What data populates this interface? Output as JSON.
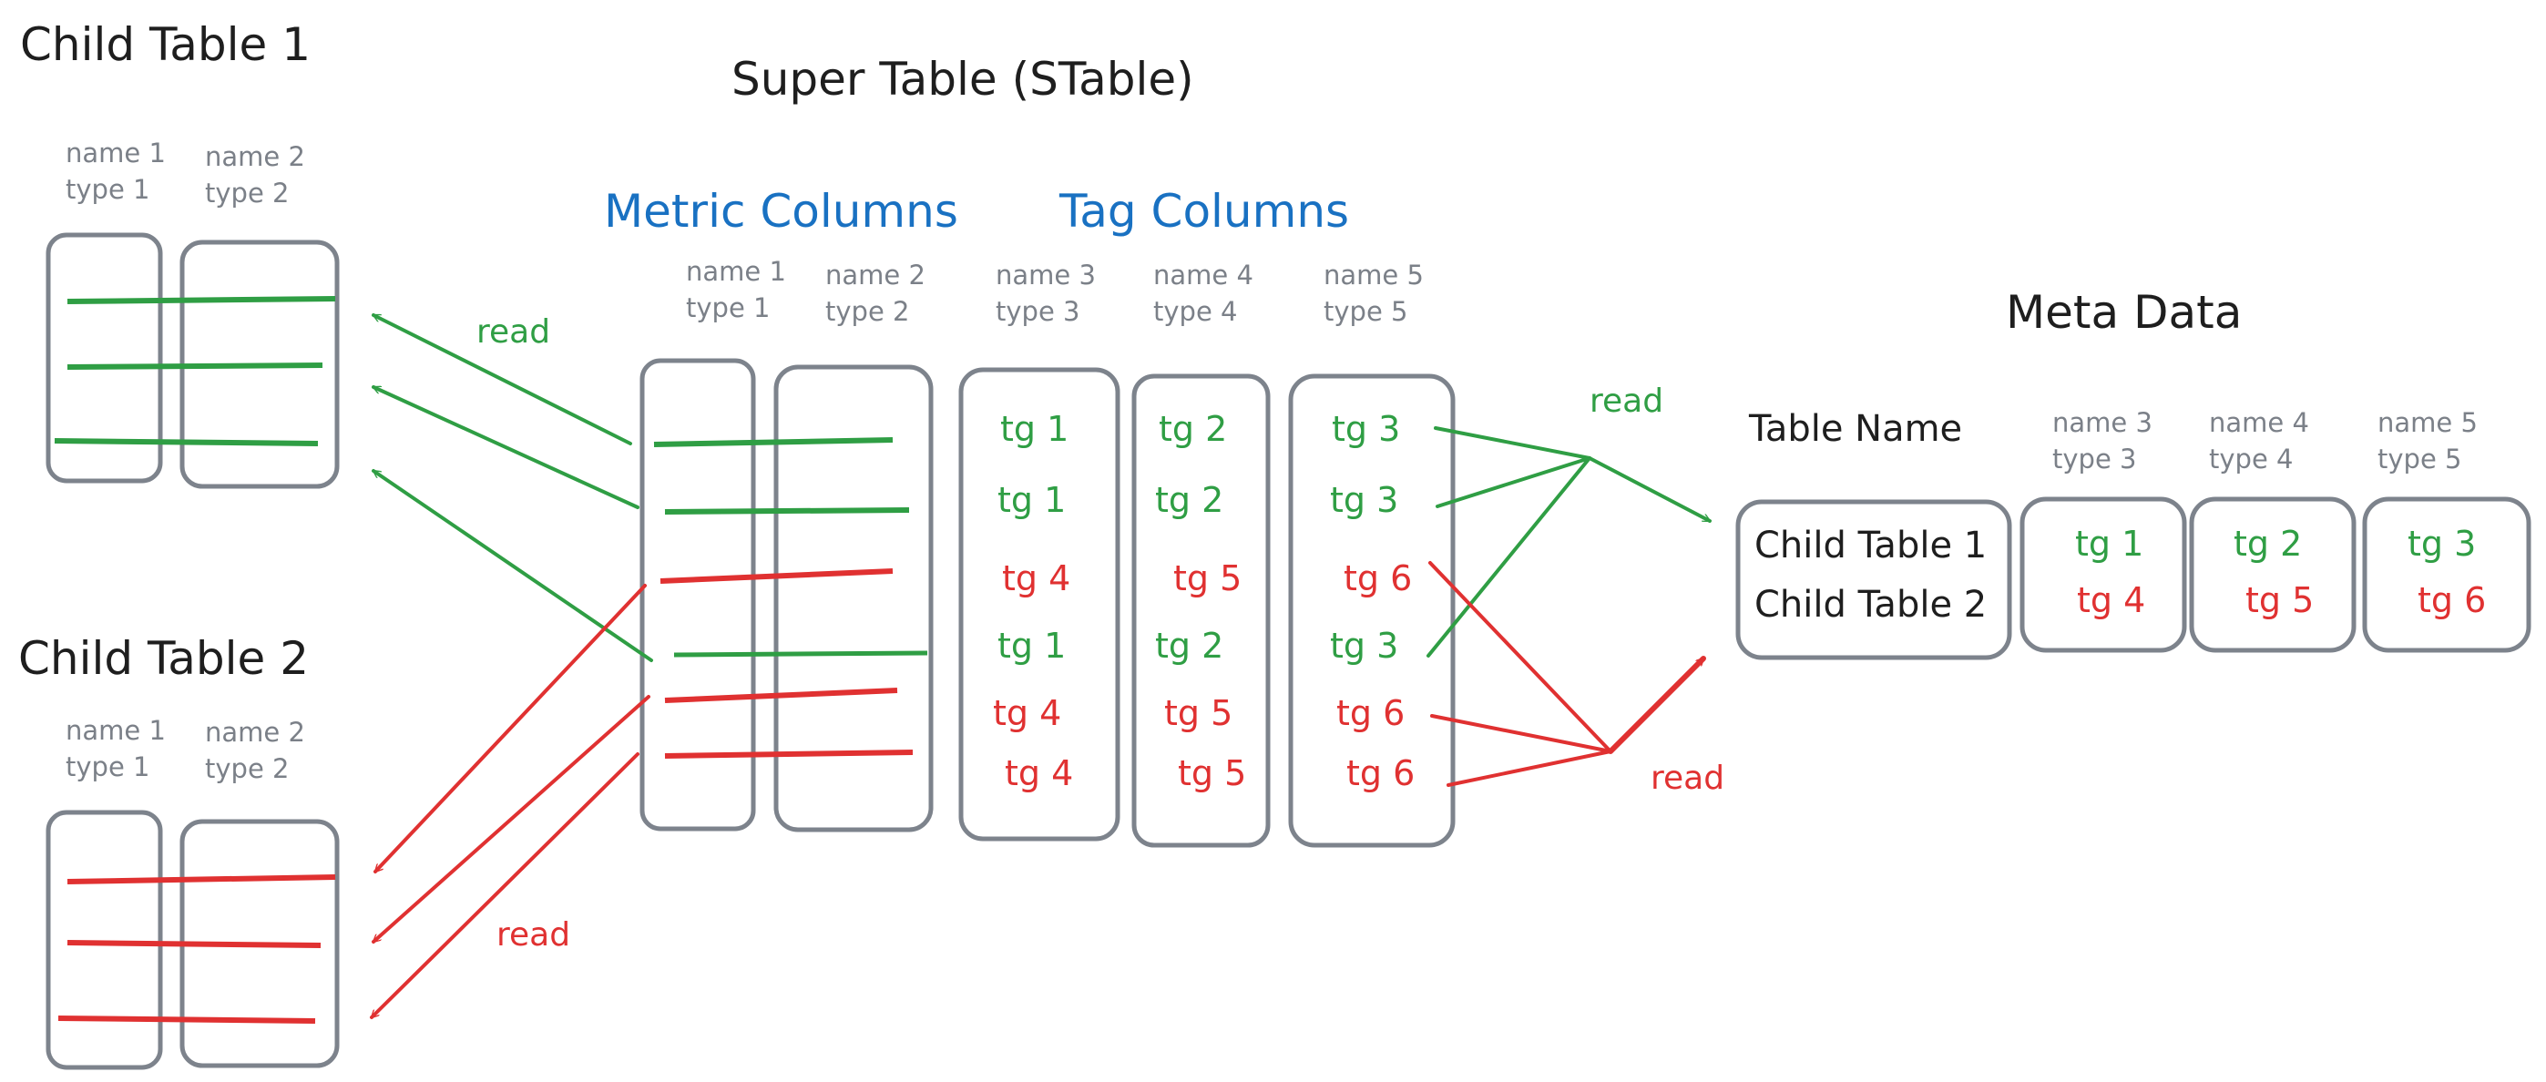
{
  "colors": {
    "green": "#2f9e44",
    "red": "#e03131",
    "blue": "#1971c2",
    "gray": "#7d838c",
    "ink": "#1e1e1e"
  },
  "titles": {
    "child_table_1": "Child Table 1",
    "child_table_2": "Child Table 2",
    "super_table": "Super Table (STable)",
    "metric_columns": "Metric Columns",
    "tag_columns": "Tag Columns",
    "meta_data": "Meta Data"
  },
  "child_table_1": {
    "columns": [
      {
        "name": "name 1",
        "type": "type 1"
      },
      {
        "name": "name 2",
        "type": "type 2"
      }
    ]
  },
  "child_table_2": {
    "columns": [
      {
        "name": "name 1",
        "type": "type 1"
      },
      {
        "name": "name 2",
        "type": "type 2"
      }
    ]
  },
  "super_table": {
    "metric_columns": [
      {
        "name": "name 1",
        "type": "type 1"
      },
      {
        "name": "name 2",
        "type": "type 2"
      }
    ],
    "tag_columns": [
      {
        "name": "name 3",
        "type": "type 3",
        "values": [
          "tg 1",
          "tg 1",
          "tg 4",
          "tg 1",
          "tg 4",
          "tg 4"
        ]
      },
      {
        "name": "name 4",
        "type": "type 4",
        "values": [
          "tg 2",
          "tg 2",
          "tg 5",
          "tg 2",
          "tg 5",
          "tg 5"
        ]
      },
      {
        "name": "name 5",
        "type": "type 5",
        "values": [
          "tg 3",
          "tg 3",
          "tg 6",
          "tg 3",
          "tg 6",
          "tg 6"
        ]
      }
    ]
  },
  "meta_data": {
    "table_name_header": "Table Name",
    "table_names": [
      "Child Table 1",
      "Child Table 2"
    ],
    "tag_columns": [
      {
        "name": "name 3",
        "type": "type 3",
        "values": [
          "tg 1",
          "tg 4"
        ]
      },
      {
        "name": "name 4",
        "type": "type 4",
        "values": [
          "tg 2",
          "tg 5"
        ]
      },
      {
        "name": "name 5",
        "type": "type 5",
        "values": [
          "tg 3",
          "tg 6"
        ]
      }
    ]
  },
  "read_labels": {
    "child1": "read",
    "child2": "read",
    "meta_green": "read",
    "meta_red": "read"
  }
}
